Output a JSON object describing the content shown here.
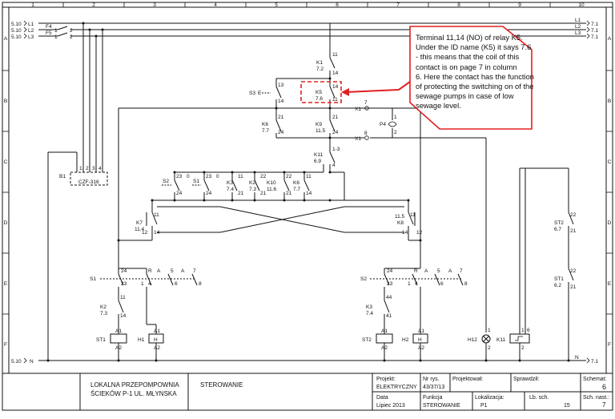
{
  "columns": [
    "1",
    "2",
    "3",
    "4",
    "5",
    "6",
    "7",
    "8",
    "9",
    "10"
  ],
  "rows": [
    "A",
    "B",
    "C",
    "D",
    "E",
    "F"
  ],
  "buses": {
    "left": [
      {
        "from": "5.10",
        "line": "L1"
      },
      {
        "from": "5.10",
        "line": "L2"
      },
      {
        "from": "5.10",
        "line": "L3"
      }
    ],
    "right": [
      {
        "line": "L1",
        "to": "7.1"
      },
      {
        "line": "L2",
        "to": "7.1"
      },
      {
        "line": "L3",
        "to": "7.1"
      }
    ],
    "neutral_left": {
      "from": "5.10",
      "line": "N"
    },
    "neutral_right": {
      "line": "N",
      "to": "7.1"
    }
  },
  "fuses": {
    "f4": "F4",
    "f5": "F5",
    "f4_t1": "1",
    "f4_t2": "2",
    "f5_t1": "1",
    "f5_t2": "2"
  },
  "czf": {
    "id": "B1",
    "name": "CZF-316",
    "t1": "1",
    "t2": "2",
    "t3": "3",
    "t4": "4"
  },
  "k1": {
    "id": "K1",
    "ref": "7.2",
    "t_top": "11",
    "t_bot": "14"
  },
  "s3": {
    "id": "S3",
    "sym": "E",
    "t13": "13",
    "t14": "14"
  },
  "k5": {
    "id": "K5",
    "ref": "7.6",
    "t14": "14",
    "t11": "11"
  },
  "x1a": {
    "id": "X1",
    "t": "7"
  },
  "x1b": {
    "id": "X1",
    "t": "8"
  },
  "k6a": {
    "id": "K6",
    "ref": "7.7",
    "t21": "21",
    "t24": "24"
  },
  "k9": {
    "id": "K9",
    "ref": "11.5",
    "t21": "21",
    "t24": "24"
  },
  "p4": {
    "id": "P4",
    "t1": "1",
    "t2": "2"
  },
  "k11": {
    "id": "K11",
    "ref": "6.9",
    "t13": "1-3",
    "t4": "4"
  },
  "row_contacts": [
    {
      "id": "S2",
      "t1": "23",
      "t2": "24",
      "t3": "0"
    },
    {
      "id": "S1",
      "t1": "23",
      "t2": "24",
      "t3": "0"
    },
    {
      "id": "K3",
      "ref": "7.4",
      "t1": "11",
      "t2": "21"
    },
    {
      "id": "K2",
      "ref": "7.3",
      "t1": "22",
      "t2": "21"
    },
    {
      "id": "K10",
      "ref": "11.6",
      "t1": "22",
      "t2": "21"
    },
    {
      "id": "K6",
      "ref": "7.7",
      "t1": "11",
      "t2": "14"
    }
  ],
  "k7": {
    "id": "K7",
    "ref": "11.4",
    "t11": "11",
    "t12": "12",
    "t14": "14"
  },
  "k8": {
    "id": "K8",
    "ref": "11.5",
    "t11": "11",
    "t12": "12",
    "t14": "14"
  },
  "selector_left": {
    "id": "S1",
    "t24": "24",
    "r": "R",
    "a1": "A",
    "p5": "5",
    "a2": "A",
    "p7": "7",
    "p8": "8",
    "p6": "6",
    "t23": "23",
    "t1": "1",
    "t4": "4"
  },
  "selector_right": {
    "id": "S2",
    "t24": "24",
    "r": "R",
    "a1": "A",
    "p5": "5",
    "a2": "A",
    "p7": "7",
    "p8": "8",
    "p6": "6",
    "t23": "23",
    "t1": "1",
    "t4": "4"
  },
  "k2": {
    "id": "K2",
    "ref": "7.3",
    "t11": "11",
    "t14": "14"
  },
  "k3": {
    "id": "K3",
    "ref": "7.4",
    "t44": "44",
    "t41": "41"
  },
  "st1_coil": {
    "id": "ST1",
    "a1": "A1",
    "a2": "A2"
  },
  "h1": {
    "id": "H1",
    "sym": "H",
    "a1": "A1",
    "a2": "A2"
  },
  "st2_coil": {
    "id": "ST2",
    "a1": "A1",
    "a2": "A2"
  },
  "h2": {
    "id": "H2",
    "sym": "H",
    "a1": "A1",
    "a2": "A2"
  },
  "h12": {
    "id": "H12",
    "t1": "1",
    "t2": "2"
  },
  "k11coil": {
    "id": "K11",
    "t1": "1",
    "t6": "6",
    "t2": "2"
  },
  "st2_contact": {
    "id": "ST2",
    "ref": "6.7",
    "t22": "22",
    "t21": "21"
  },
  "st1_contact": {
    "id": "ST1",
    "ref": "6.2",
    "t22": "22",
    "t21": "21"
  },
  "callout": {
    "lines": [
      "Terminal 11,14 (NO) of relay K5.",
      " Under the ID name (K5) it says 7.6",
      "- this means that the coil of this",
      "contact is on page 7 in column",
      "6. Here the contact has the function",
      "of protecting the switching on of the",
      "sewage pumps in case of low",
      " sewage level."
    ]
  },
  "title_block": {
    "company": "LOKALNA PRZEPOMPOWNIA",
    "company2": "ŚCIEKÓW  P-1  UL. MŁYNSKA",
    "sheet_title": "STEROWANIE",
    "projekt_label": "Projekt:",
    "projekt_value": "ELEKTRYCZNY",
    "nr_rys_label": "Nr rys.",
    "nr_rys_value": "43/37/13",
    "projektowal_label": "Projektował:",
    "sprawdzil_label": "Sprawdził:",
    "data_label": "Data",
    "data_value": "Lipiec 2013",
    "funkcja_label": "Funkcja",
    "funkcja_value": "STEROWANIE",
    "lokalizacja_label": "Lokalizacja:",
    "lokalizacja_value": "P1",
    "lb_sch_label": "Lb. sch.",
    "lb_sch_value": "15",
    "schemat_label": "Schemat:",
    "schemat_value": "6",
    "sch_nast_label": "Sch. nast.:",
    "sch_nast_value": "7"
  }
}
